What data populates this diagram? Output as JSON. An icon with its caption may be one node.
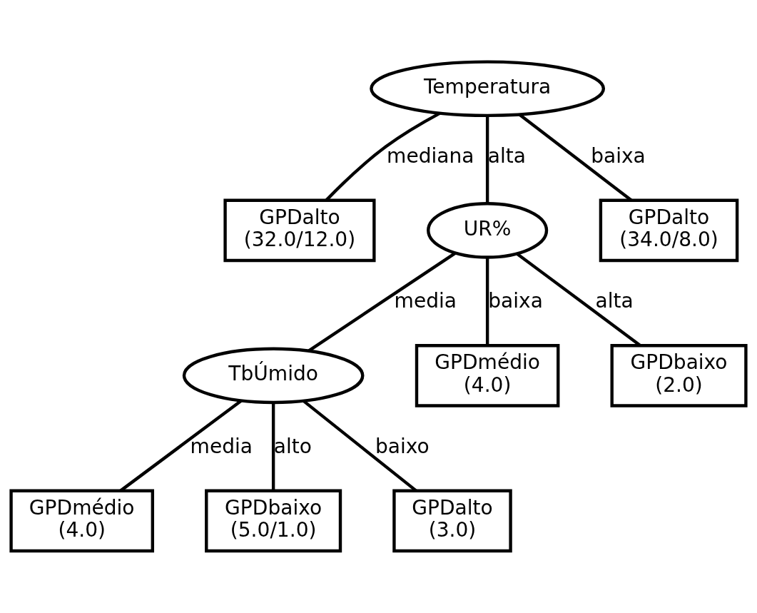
{
  "diagram": {
    "nodes": [
      {
        "text": [
          "Temperatura"
        ]
      },
      {
        "text": [
          "GPDalto",
          "(32.0/12.0)"
        ]
      },
      {
        "text": [
          "UR%"
        ]
      },
      {
        "text": [
          "GPDalto",
          "(34.0/8.0)"
        ]
      },
      {
        "text": [
          "TbÚmido"
        ]
      },
      {
        "text": [
          "GPDmédio",
          "(4.0)"
        ]
      },
      {
        "text": [
          "GPDbaixo",
          "(2.0)"
        ]
      },
      {
        "text": [
          "GPDmédio",
          "(4.0)"
        ]
      },
      {
        "text": [
          "GPDbaixo",
          "(5.0/1.0)"
        ]
      },
      {
        "text": [
          "GPDalto",
          "(3.0)"
        ]
      }
    ],
    "edges": [
      {
        "from": 0,
        "to": 1,
        "arrow": "none",
        "label": "mediana"
      },
      {
        "from": 0,
        "to": 2,
        "arrow": "none",
        "label": "alta"
      },
      {
        "from": 0,
        "to": 3,
        "arrow": "none",
        "label": "baixa"
      },
      {
        "from": 2,
        "to": 4,
        "arrow": "none",
        "label": "media"
      },
      {
        "from": 2,
        "to": 5,
        "arrow": "none",
        "label": "baixa"
      },
      {
        "from": 2,
        "to": 6,
        "arrow": "none",
        "label": "alta"
      },
      {
        "from": 4,
        "to": 7,
        "arrow": "none",
        "label": "media"
      },
      {
        "from": 4,
        "to": 8,
        "arrow": "none",
        "label": "alto"
      },
      {
        "from": 4,
        "to": 9,
        "arrow": "none",
        "label": "baixo"
      }
    ]
  }
}
